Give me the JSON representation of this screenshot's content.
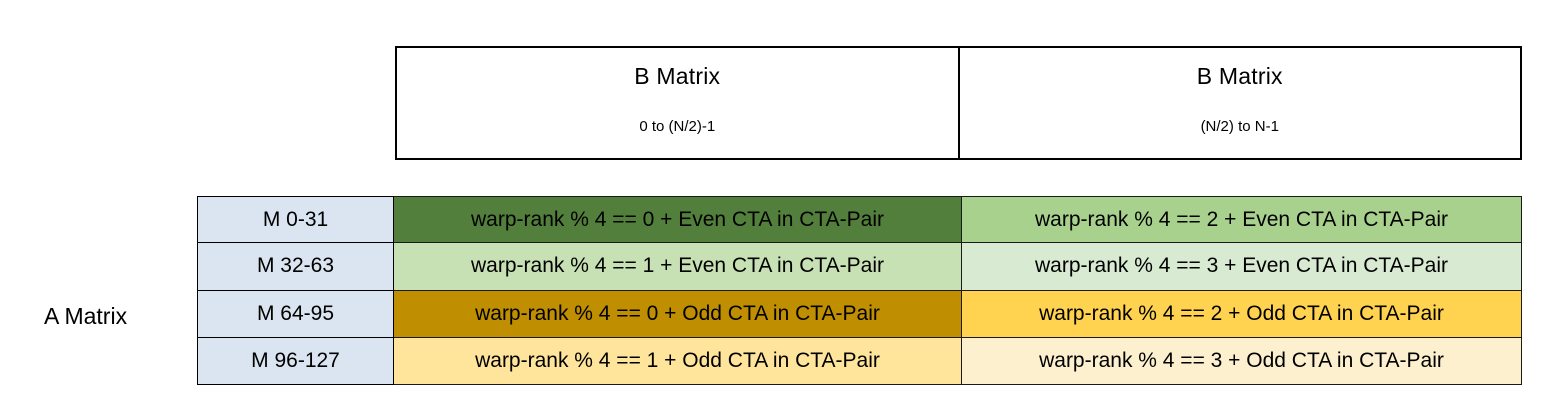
{
  "figure": {
    "a_matrix_label": "A Matrix",
    "colors": {
      "row_label_bg": "#dbe5f1",
      "green_dark": "#537f3c",
      "green_light": "#c7e0b4",
      "green_medium": "#a9d18e",
      "green_pale": "#d8ead2",
      "gold_dark": "#bf8f01",
      "gold_medium": "#ffd34f",
      "gold_light": "#ffe49b",
      "gold_pale": "#fdf0cf",
      "border": "#000000",
      "text": "#000000"
    }
  },
  "b_matrix_header": {
    "cells": [
      {
        "title": "B Matrix",
        "subtitle": "0 to (N/2)-1"
      },
      {
        "title": "B Matrix",
        "subtitle": "(N/2) to N-1"
      }
    ]
  },
  "grid": {
    "rows": [
      {
        "label": "M 0-31",
        "left": {
          "text": "warp-rank % 4 == 0  + Even CTA in CTA-Pair",
          "bg": "#537f3c"
        },
        "right": {
          "text": "warp-rank % 4 == 2  + Even CTA in CTA-Pair",
          "bg": "#a9d18e"
        }
      },
      {
        "label": "M 32-63",
        "left": {
          "text": "warp-rank % 4 == 1  + Even CTA in CTA-Pair",
          "bg": "#c7e0b4"
        },
        "right": {
          "text": "warp-rank % 4 == 3  + Even CTA in CTA-Pair",
          "bg": "#d8ead2"
        }
      },
      {
        "label": "M 64-95",
        "left": {
          "text": "warp-rank % 4 == 0  + Odd CTA in CTA-Pair",
          "bg": "#bf8f01"
        },
        "right": {
          "text": "warp-rank % 4 == 2  + Odd CTA in CTA-Pair",
          "bg": "#ffd34f"
        }
      },
      {
        "label": "M 96-127",
        "left": {
          "text": "warp-rank % 4 == 1  + Odd CTA in CTA-Pair",
          "bg": "#ffe49b"
        },
        "right": {
          "text": "warp-rank % 4 == 3  + Odd CTA in CTA-Pair",
          "bg": "#fdf0cf"
        }
      }
    ]
  }
}
